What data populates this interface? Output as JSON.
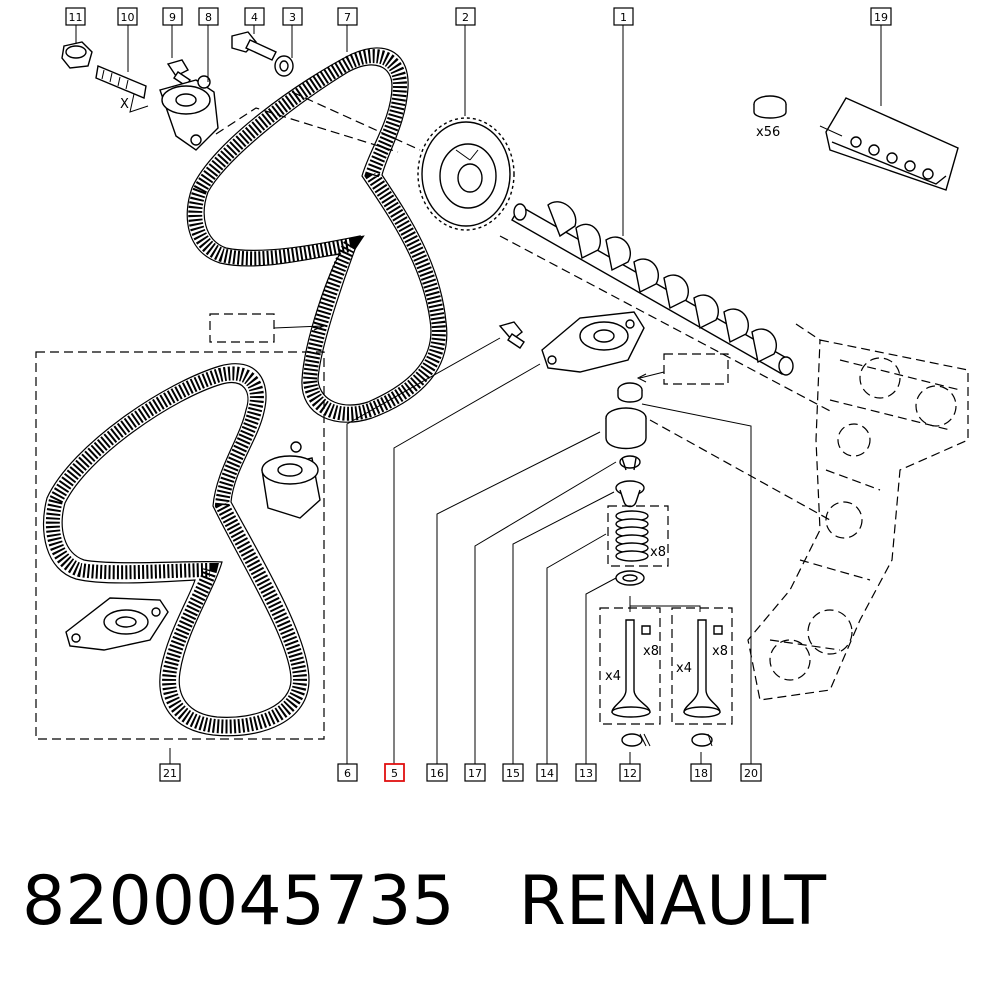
{
  "callouts": {
    "c1": "1",
    "c2": "2",
    "c3": "3",
    "c4": "4",
    "c5": "5",
    "c6": "6",
    "c7": "7",
    "c8": "8",
    "c9": "9",
    "c10": "10",
    "c11": "11",
    "c12": "12",
    "c13": "13",
    "c14": "14",
    "c15": "15",
    "c16": "16",
    "c17": "17",
    "c18": "18",
    "c19": "19",
    "c20": "20",
    "c21": "21"
  },
  "highlighted_callout": "5",
  "quantities": {
    "seal_kit": "x56",
    "springs": "x8",
    "intake_keys": "x8",
    "exhaust_keys": "x8",
    "intake_valves": "x4",
    "exhaust_valves": "x4"
  },
  "axis_mark": "X",
  "footer": {
    "part_number": "8200045735",
    "brand": "RENAULT"
  },
  "colors": {
    "highlight": "#e01010",
    "line": "#000000",
    "background": "#ffffff"
  }
}
